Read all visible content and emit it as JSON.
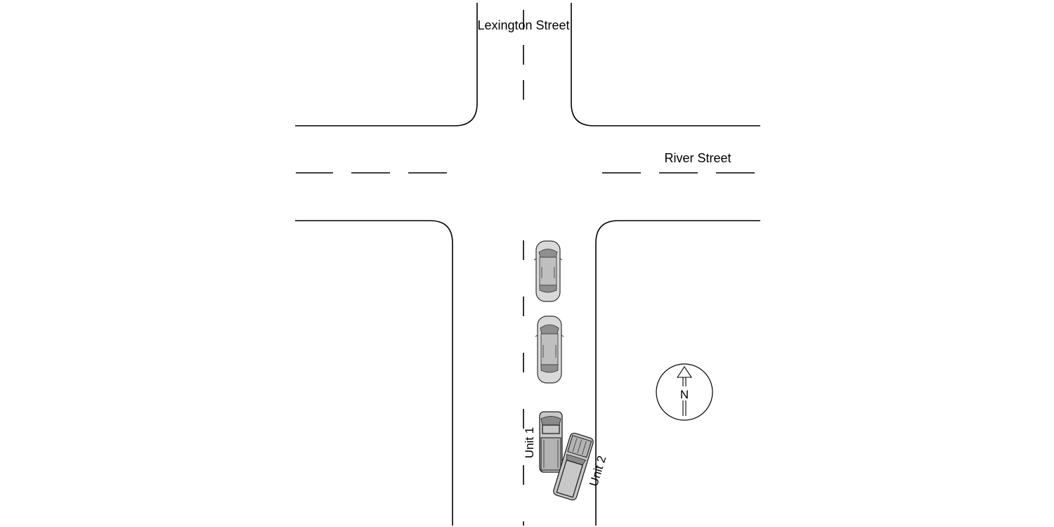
{
  "streets": {
    "north_south": "Lexington Street",
    "east_west": "River Street"
  },
  "units": {
    "unit1": "Unit 1",
    "unit2": "Unit 2"
  },
  "compass": {
    "letter": "N"
  },
  "vehicles": [
    {
      "id": "car-1",
      "type": "sedan"
    },
    {
      "id": "car-2",
      "type": "sedan"
    },
    {
      "id": "unit-1",
      "type": "pickup",
      "label_ref": "units.unit1"
    },
    {
      "id": "unit-2",
      "type": "pickup",
      "label_ref": "units.unit2"
    }
  ]
}
